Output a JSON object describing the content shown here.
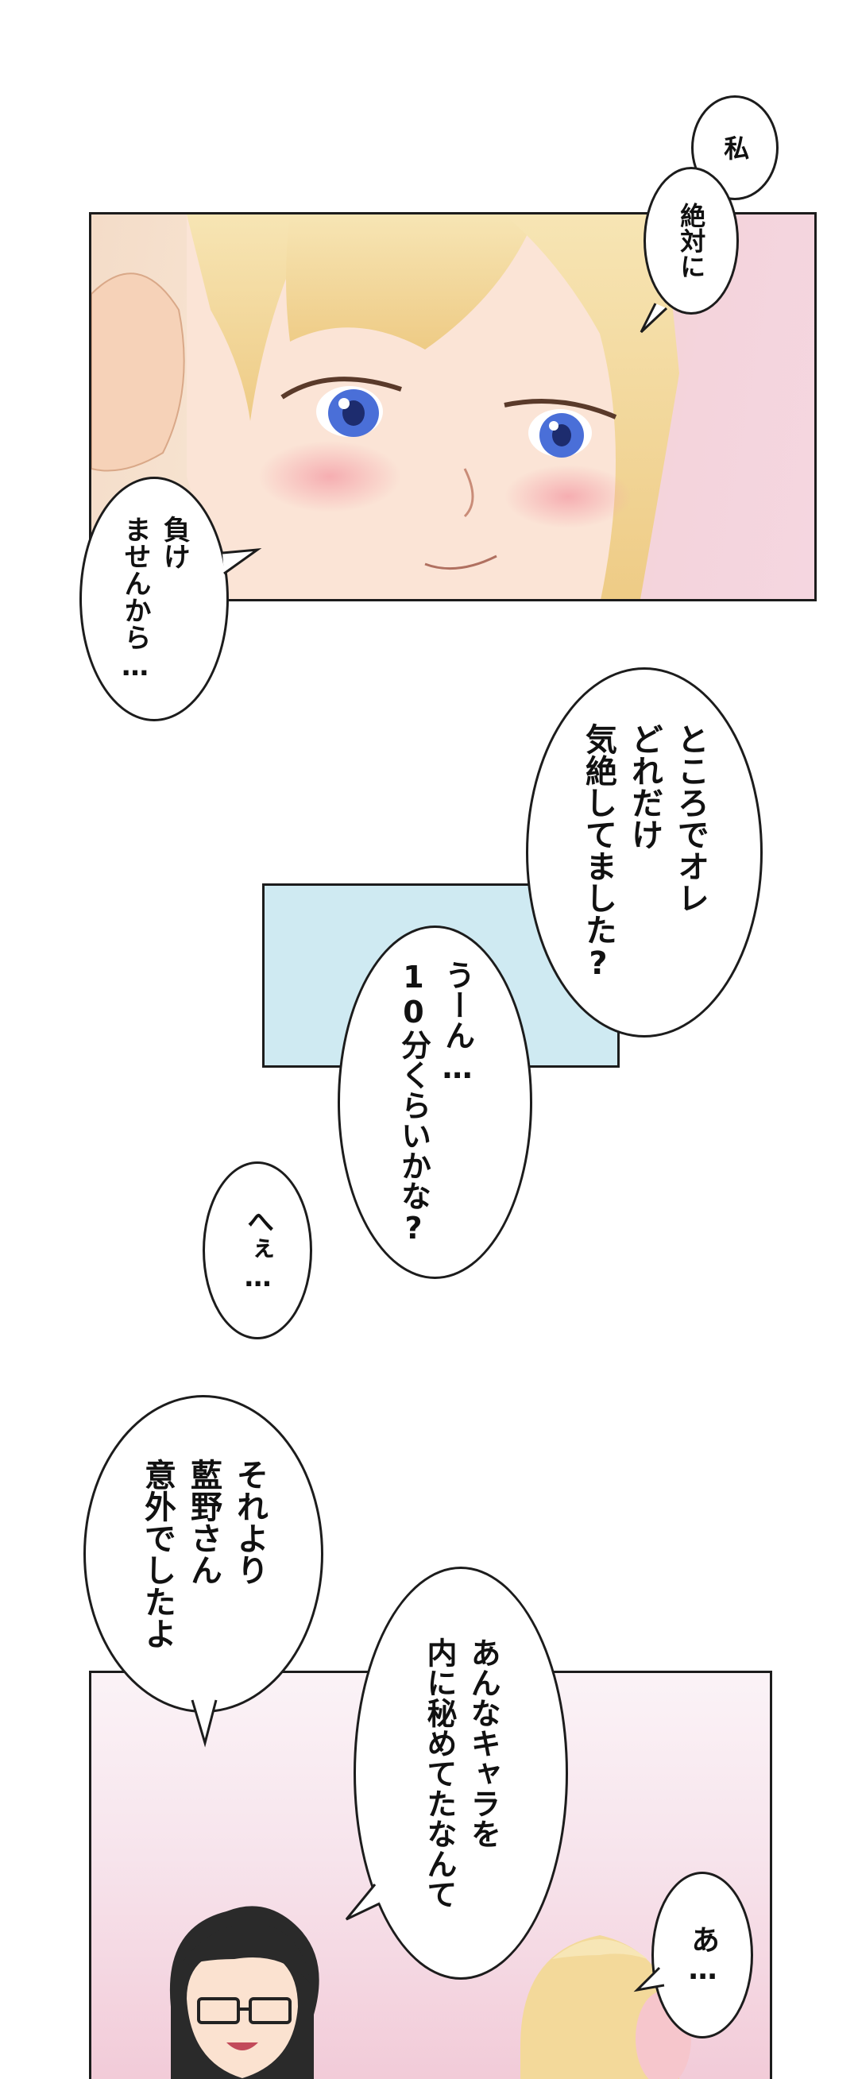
{
  "bubbles": {
    "b1": "私",
    "b2": "絶対に",
    "b3": "負け\nませんから…",
    "b4": "ところでオレ\nどれだけ\n気絶してました?",
    "b5": "うーん…\n10分くらいかな?",
    "b6": "へぇ…",
    "b7": "それより\n藍野さん\n意外でしたよ",
    "b8": "あんなキャラを\n内に秘めてたなんて",
    "b9": "あ…"
  },
  "colors": {
    "panel_pink": "#f5d6e0",
    "panel_blue": "#cfeaf2",
    "hair": "#f3d99a",
    "eye": "#4a6fd8"
  }
}
